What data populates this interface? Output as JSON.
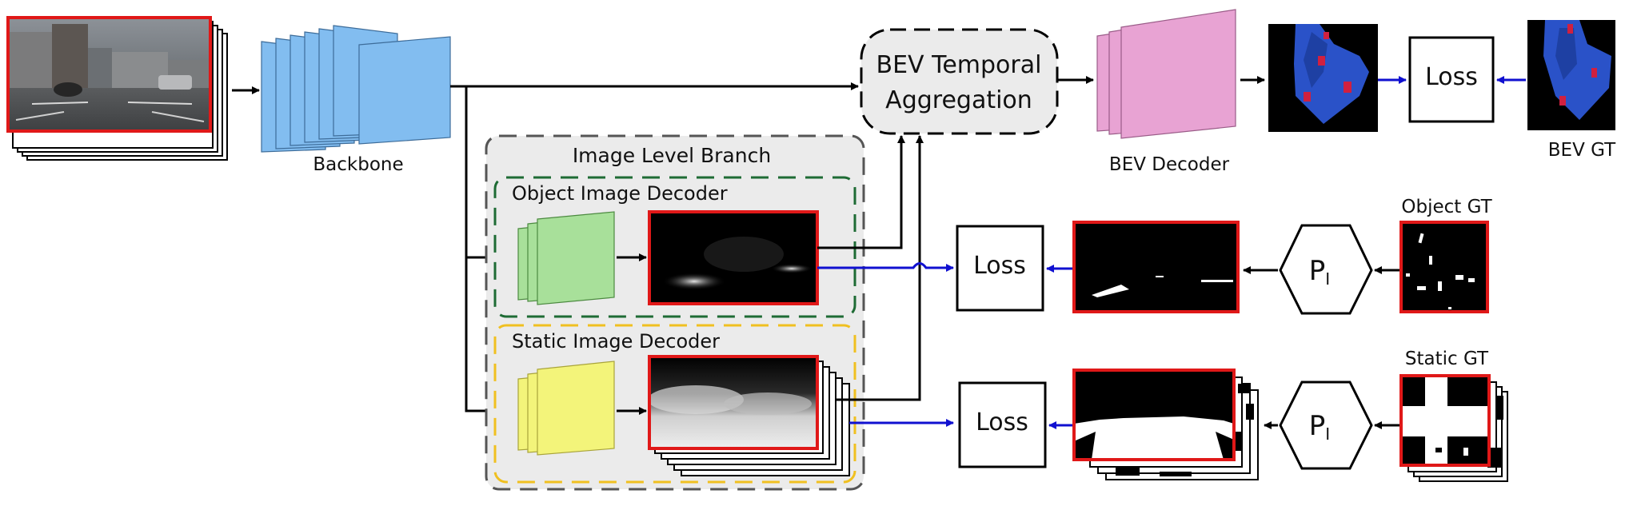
{
  "labels": {
    "backbone": "Backbone",
    "bev_temporal_line1": "BEV Temporal",
    "bev_temporal_line2": "Aggregation",
    "bev_decoder": "BEV Decoder",
    "loss_bev": "Loss",
    "bev_gt": "BEV GT",
    "image_level_branch": "Image Level Branch",
    "object_image_decoder": "Object Image Decoder",
    "static_image_decoder": "Static Image Decoder",
    "loss_object": "Loss",
    "loss_static": "Loss",
    "object_gt": "Object GT",
    "static_gt": "Static GT",
    "projection_main": "P",
    "projection_sub": "I"
  },
  "colors": {
    "backbone_fill": "#82bdf0",
    "bev_decoder_fill": "#e8a3d3",
    "object_decoder_fill": "#a8e09a",
    "static_decoder_fill": "#f3f47a",
    "highlight_border": "#e01818",
    "supervision_arrow": "#1010d0",
    "object_branch_border": "#1e6b34",
    "static_branch_border": "#f0c020",
    "branch_panel": "#ebebeb",
    "bev_map_background": "#000000",
    "bev_map_road": "#2a52c8"
  },
  "icons": {
    "projection": "hexagon-icon"
  }
}
